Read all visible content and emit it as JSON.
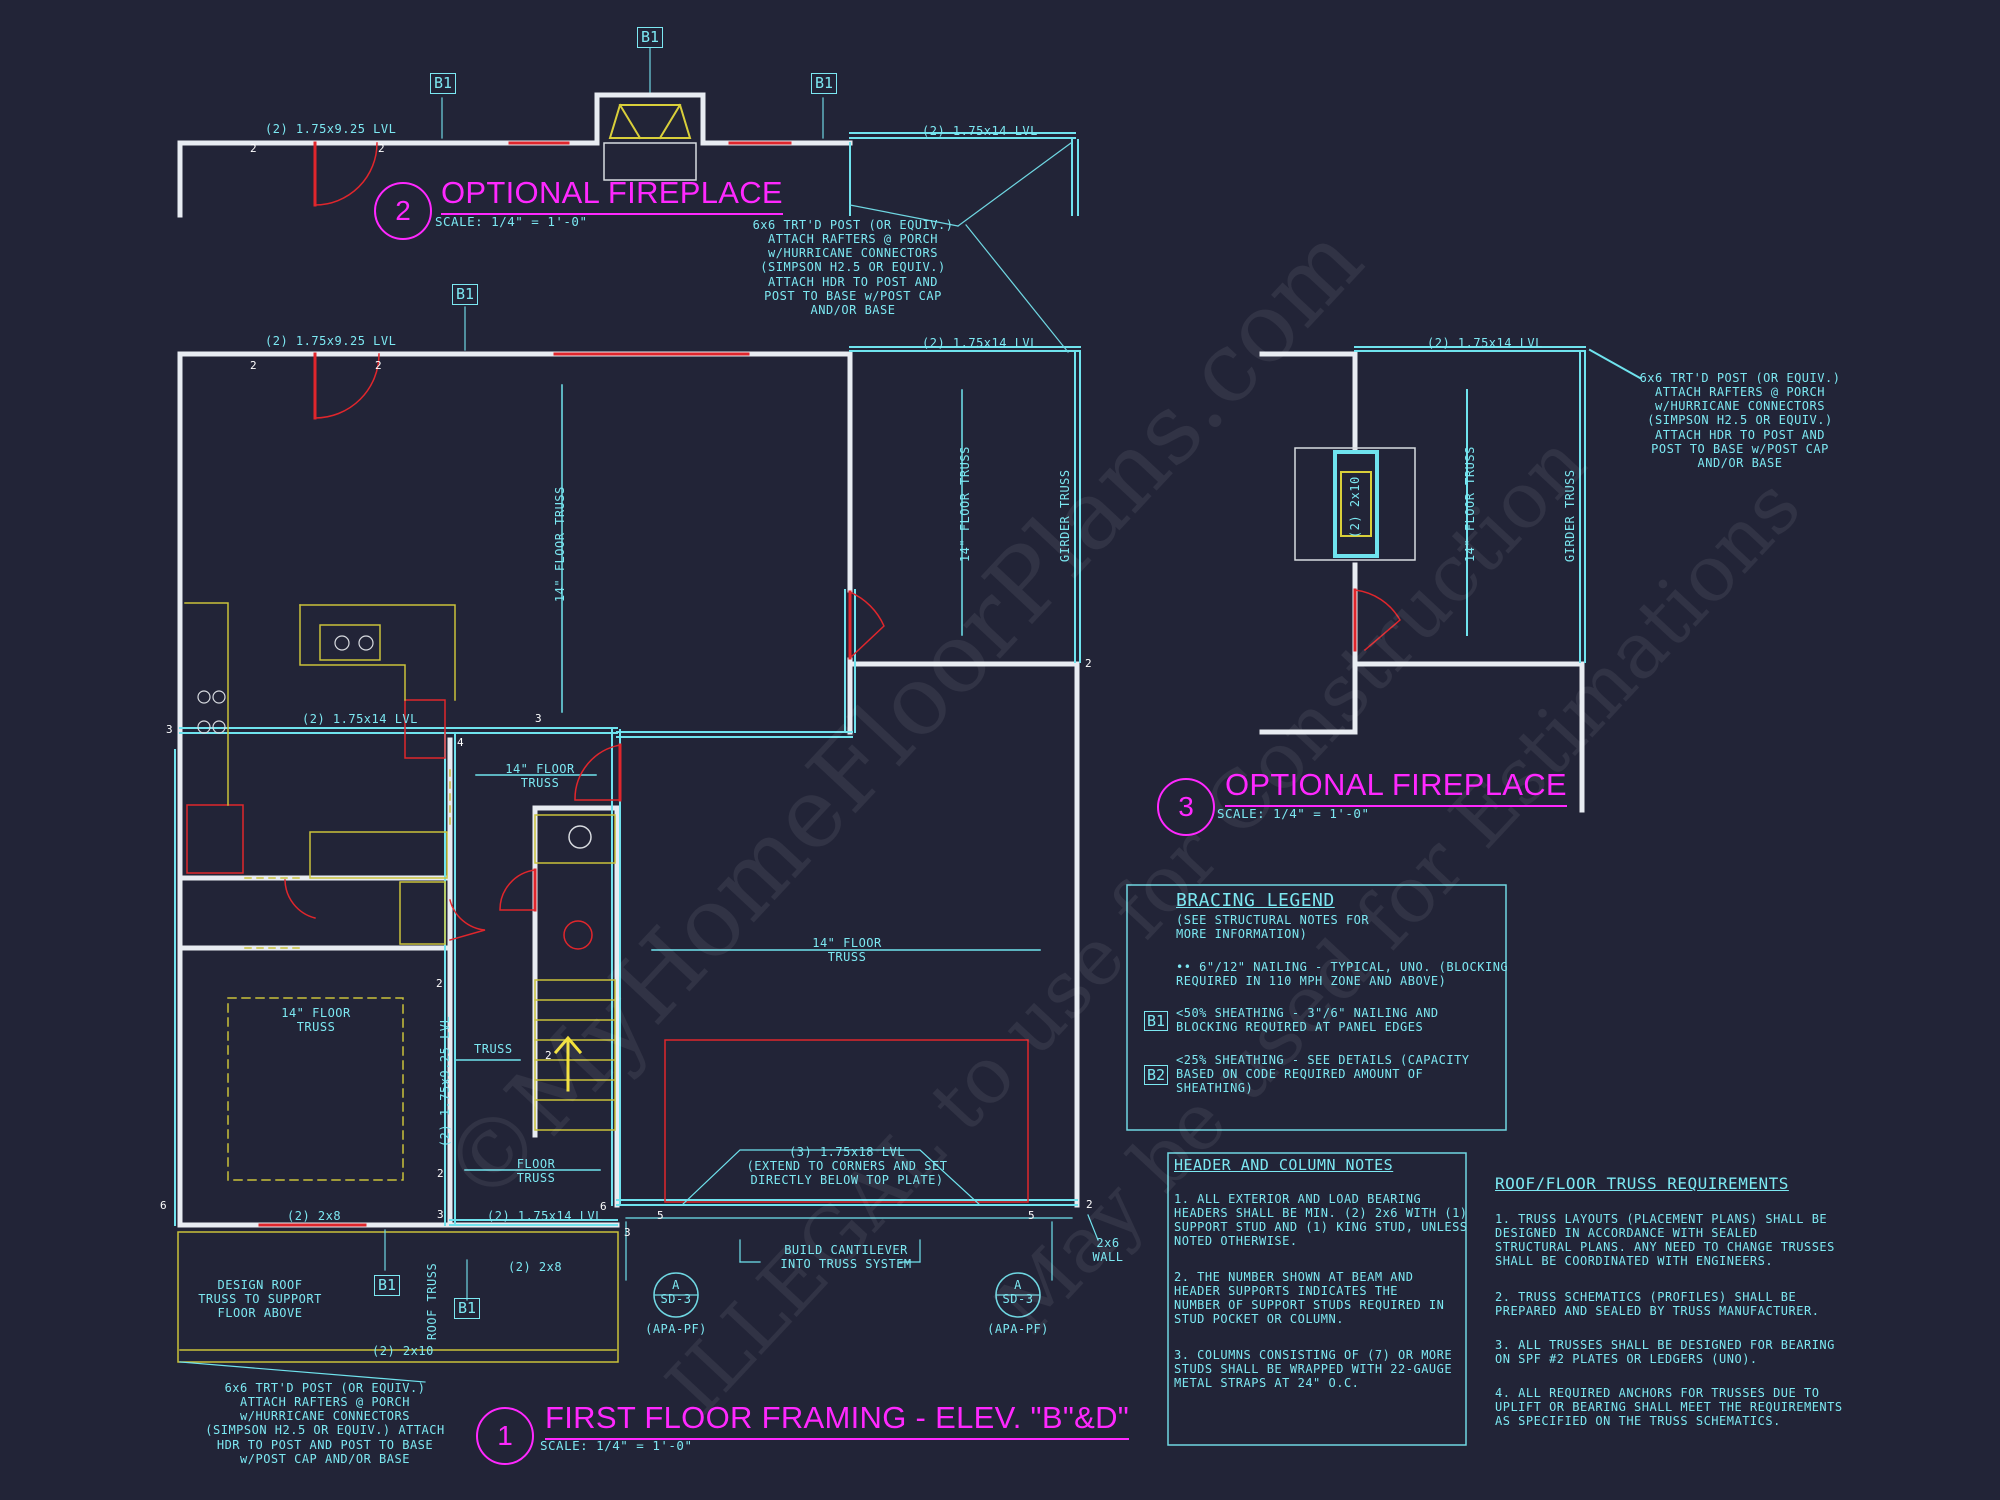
{
  "watermark": {
    "line1": "©MyHomeFloorPlans.com",
    "line2": "ILLEGAL to use for Construction",
    "line3": "May be used for Estimations"
  },
  "section_tags": {
    "b1": "B1",
    "b2": "B2"
  },
  "plan1": {
    "number": "1",
    "title": "FIRST FLOOR FRAMING - ELEV. \"B\"&D\"",
    "scale": "SCALE: 1/4\" = 1'-0\"",
    "labels": {
      "top_header_left": "(2) 1.75x9.25 LVL",
      "top_header_right": "(2) 1.75x14 LVL",
      "floor_truss_main": "14\" FLOOR TRUSS",
      "floor_truss_right": "14\" FLOOR TRUSS",
      "girder_truss": "GIRDER TRUSS",
      "kitchen_header": "(2) 1.75x14 LVL",
      "floor_truss_hall_1": "14\" FLOOR",
      "floor_truss_hall_2": "TRUSS",
      "floor_truss_garage_1": "14\" FLOOR",
      "floor_truss_garage_2": "TRUSS",
      "floor_truss_bed_1": "14\" FLOOR",
      "floor_truss_bed_2": "TRUSS",
      "truss_small": "TRUSS",
      "lvl_vertical": "(2) 1.75x9.25 LVL",
      "floor_truss_lower_1": "FLOOR",
      "floor_truss_lower_2": "TRUSS",
      "header_2x8_a": "(2) 2x8",
      "header_lower_lvl": "(2) 1.75x14 LVL",
      "header_2x8_b": "(2) 2x8",
      "porch_header": "(2) 2x10",
      "design_roof_1": "DESIGN ROOF",
      "design_roof_2": "TRUSS TO SUPPORT",
      "design_roof_3": "FLOOR ABOVE",
      "roof_truss": "ROOF TRUSS",
      "garage_beam_1": "(3) 1.75x18 LVL",
      "garage_beam_2": "(EXTEND TO CORNERS AND SET",
      "garage_beam_3": "DIRECTLY BELOW TOP PLATE)",
      "cantilever_1": "BUILD CANTILEVER",
      "cantilever_2": "INTO TRUSS SYSTEM",
      "wall_2x6_1": "2x6",
      "wall_2x6_2": "WALL",
      "sd_a": "A",
      "sd_sheet": "SD-3",
      "apa": "(APA-PF)",
      "post_note_1": "6x6 TRT'D POST (OR EQUIV.)",
      "post_note_2": "ATTACH RAFTERS @ PORCH",
      "post_note_3": "w/HURRICANE CONNECTORS",
      "post_note_4": "(SIMPSON H2.5 OR EQUIV.) ATTACH",
      "post_note_5": "HDR TO POST AND POST TO BASE",
      "post_note_6": "w/POST CAP AND/OR BASE"
    },
    "studs": [
      "2",
      "2",
      "3",
      "3",
      "4",
      "2",
      "2",
      "6",
      "3",
      "3",
      "2",
      "6",
      "2",
      "3",
      "5",
      "5",
      "2",
      "2"
    ]
  },
  "plan2": {
    "number": "2",
    "title": "OPTIONAL FIREPLACE",
    "scale": "SCALE: 1/4\" = 1'-0\"",
    "header_left": "(2) 1.75x9.25 LVL",
    "header_right": "(2) 1.75x14 LVL",
    "post_note": [
      "6x6 TRT'D POST (OR EQUIV.)",
      "ATTACH RAFTERS @ PORCH",
      "w/HURRICANE CONNECTORS",
      "(SIMPSON H2.5 OR EQUIV.)",
      "ATTACH HDR TO POST AND",
      "POST TO BASE w/POST CAP",
      "AND/OR BASE"
    ]
  },
  "plan3": {
    "number": "3",
    "title": "OPTIONAL FIREPLACE",
    "scale": "SCALE: 1/4\" = 1'-0\"",
    "header": "(2) 1.75x14 LVL",
    "fireplace_header": "(2) 2x10",
    "floor_truss": "14\" FLOOR TRUSS",
    "girder_truss": "GIRDER TRUSS",
    "post_note": [
      "6x6 TRT'D POST (OR EQUIV.)",
      "ATTACH RAFTERS @ PORCH",
      "w/HURRICANE CONNECTORS",
      "(SIMPSON H2.5 OR EQUIV.)",
      "ATTACH HDR TO POST AND",
      "POST TO BASE w/POST CAP",
      "AND/OR BASE"
    ]
  },
  "bracing_legend": {
    "title": "BRACING LEGEND",
    "subtitle": [
      "(SEE STRUCTURAL NOTES FOR",
      "MORE INFORMATION)"
    ],
    "item0": [
      "•• 6\"/12\" NAILING - TYPICAL, UNO. (BLOCKING",
      "REQUIRED IN 110 MPH ZONE AND ABOVE)"
    ],
    "item1": [
      "<50% SHEATHING - 3\"/6\" NAILING AND",
      "BLOCKING REQUIRED AT PANEL EDGES"
    ],
    "item2": [
      "<25% SHEATHING - SEE DETAILS (CAPACITY",
      "BASED ON CODE REQUIRED AMOUNT OF",
      "SHEATHING)"
    ]
  },
  "header_notes": {
    "title": "HEADER AND COLUMN NOTES",
    "n1": [
      "1. ALL EXTERIOR AND LOAD BEARING",
      "HEADERS SHALL BE MIN. (2) 2x6 WITH (1)",
      "SUPPORT STUD AND (1) KING STUD, UNLESS",
      "NOTED OTHERWISE."
    ],
    "n2": [
      "2. THE NUMBER SHOWN AT BEAM AND",
      "HEADER SUPPORTS INDICATES THE",
      "NUMBER OF SUPPORT STUDS REQUIRED IN",
      "STUD POCKET OR COLUMN."
    ],
    "n3": [
      "3. COLUMNS CONSISTING OF (7) OR MORE",
      "STUDS SHALL BE WRAPPED WITH 22-GAUGE",
      "METAL STRAPS AT 24\" O.C."
    ]
  },
  "truss_requirements": {
    "title": "ROOF/FLOOR TRUSS REQUIREMENTS",
    "n1": [
      "1. TRUSS LAYOUTS (PLACEMENT PLANS) SHALL BE",
      "DESIGNED IN ACCORDANCE WITH SEALED",
      "STRUCTURAL PLANS. ANY NEED TO CHANGE TRUSSES",
      "SHALL BE COORDINATED WITH ENGINEERS."
    ],
    "n2": [
      "2. TRUSS SCHEMATICS (PROFILES) SHALL BE",
      "PREPARED AND SEALED BY TRUSS MANUFACTURER."
    ],
    "n3": [
      "3. ALL TRUSSES SHALL BE DESIGNED FOR BEARING",
      "ON SPF #2 PLATES OR LEDGERS (UNO)."
    ],
    "n4": [
      "4. ALL REQUIRED ANCHORS FOR TRUSSES DUE TO",
      "UPLIFT OR BEARING SHALL MEET THE REQUIREMENTS",
      "AS SPECIFIED ON THE TRUSS SCHEMATICS."
    ]
  },
  "colors": {
    "background": "#222437",
    "annotation": "#7ce8f2",
    "title": "#ff28ff",
    "wall": "#e8ecf2",
    "door": "#e0262c",
    "fixture": "#c9c23a"
  }
}
